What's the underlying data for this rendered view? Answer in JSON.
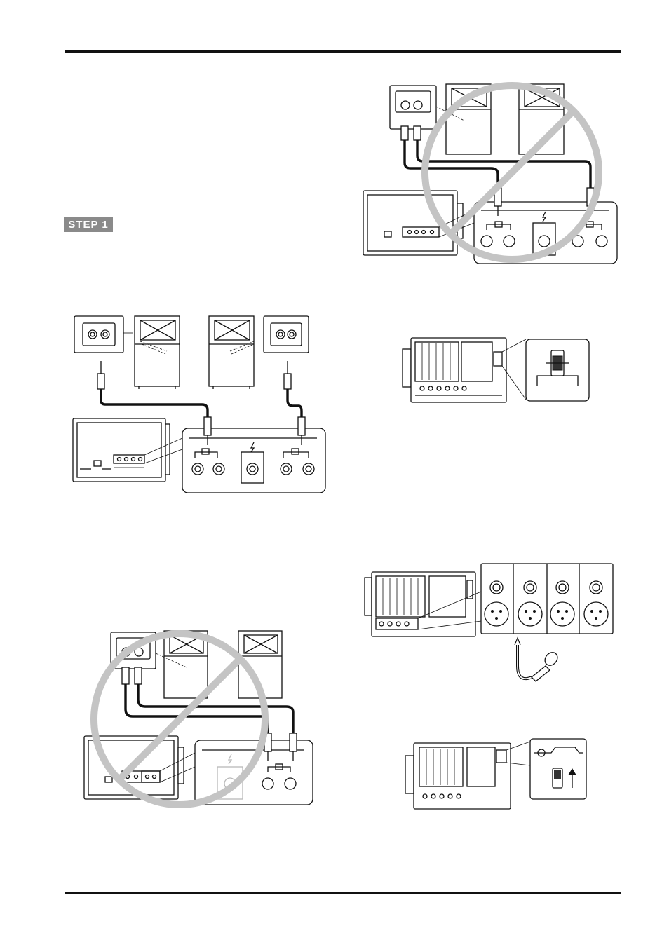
{
  "header": {
    "rule": "top"
  },
  "step": {
    "label": "STEP 1"
  },
  "figures": [
    {
      "id": "fig-correct-connection",
      "icon": "speaker-connection-diagram"
    },
    {
      "id": "fig-incorrect-connection-1",
      "icon": "prohibited-sign"
    },
    {
      "id": "fig-incorrect-connection-2",
      "icon": "prohibited-sign"
    },
    {
      "id": "fig-switch-detail",
      "icon": "switch-detail"
    },
    {
      "id": "fig-mic-input",
      "icon": "microphone-icon"
    },
    {
      "id": "fig-power-switch",
      "icon": "arrow-up-icon"
    }
  ],
  "colors": {
    "ink": "#111111",
    "prohibit": "#b3b3b3",
    "step_bg": "#8a8a8a"
  }
}
